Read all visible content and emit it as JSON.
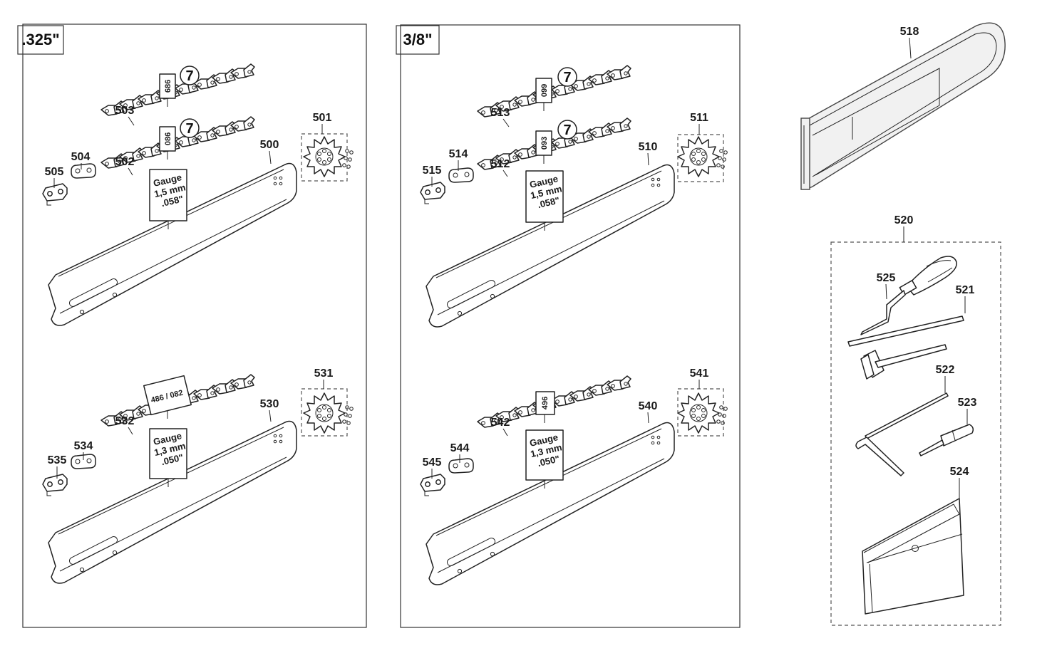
{
  "panels": [
    {
      "id": "p325",
      "title": ".325\"",
      "upper": {
        "bar": "500",
        "sprocket": "501",
        "chain_a": "503",
        "chain_b": "502",
        "link_a": "504",
        "link_b": "505",
        "tag_a": "686",
        "tag_b": "086",
        "mark_a": "7",
        "mark_b": "7",
        "gauge": [
          "Gauge",
          "1,5 mm",
          ".058\""
        ]
      },
      "lower": {
        "bar": "530",
        "sprocket": "531",
        "chain": "532",
        "link_a": "534",
        "link_b": "535",
        "tag": "486 / 082",
        "gauge": [
          "Gauge",
          "1,3 mm",
          ".050\""
        ]
      }
    },
    {
      "id": "p38",
      "title": "3/8\"",
      "upper": {
        "bar": "510",
        "sprocket": "511",
        "chain_a": "513",
        "chain_b": "512",
        "link_a": "514",
        "link_b": "515",
        "tag_a": "099",
        "tag_b": "093",
        "mark_a": "7",
        "mark_b": "7",
        "gauge": [
          "Gauge",
          "1,5 mm",
          ".058\""
        ]
      },
      "lower": {
        "bar": "540",
        "sprocket": "541",
        "chain": "542",
        "link_a": "544",
        "link_b": "545",
        "tag": "496",
        "gauge": [
          "Gauge",
          "1,3 mm",
          ".050\""
        ]
      }
    }
  ],
  "accessories": {
    "cover": "518",
    "kit": "520",
    "file_handle": "525",
    "flat_file": "521",
    "rod": "522",
    "screwdriver": "523",
    "pouch": "524"
  },
  "colors": {
    "line": "#222222",
    "dashed_box": "#555555",
    "cover_fill": "#f1f1f1"
  }
}
